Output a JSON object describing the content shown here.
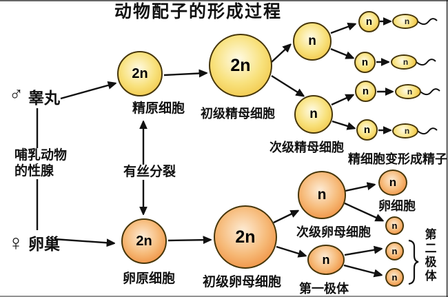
{
  "title": "动物配子的形成过程",
  "colors": {
    "yellow_cell_edge": "#efbf3a",
    "yellow_cell_mid": "#f8e17c",
    "yellow_cell_center": "#fffbe6",
    "orange_cell_edge": "#ed8330",
    "orange_cell_mid": "#f6b977",
    "orange_cell_center": "#fdecd6",
    "cell_outline": "#46360a",
    "line_color": "#111111",
    "text_color": "#111111",
    "background": "#ffffff"
  },
  "left_panel": {
    "male_symbol": "♂",
    "testis_label": "睾丸",
    "gonad_caption_line1": "哺乳动物",
    "gonad_caption_line2": "的性腺",
    "female_symbol": "♀",
    "ovary_label": "卵巢"
  },
  "mitosis_label": "有丝分裂",
  "spermatogenesis": {
    "spermatogonium": {
      "ploidy": "2n",
      "label": "精原细胞"
    },
    "primary_spermatocyte": {
      "ploidy": "2n",
      "label": "初级精母细胞"
    },
    "secondary_spermatocytes": {
      "label": "次级精母细胞",
      "cells": [
        {
          "ploidy": "n"
        },
        {
          "ploidy": "n"
        }
      ]
    },
    "spermatids": [
      {
        "ploidy": "n"
      },
      {
        "ploidy": "n"
      },
      {
        "ploidy": "n"
      },
      {
        "ploidy": "n"
      }
    ],
    "sperm_cells": [
      {
        "ploidy": "n"
      },
      {
        "ploidy": "n"
      },
      {
        "ploidy": "n"
      },
      {
        "ploidy": "n"
      }
    ],
    "sperm_formation_label": "精细胞变形成精子"
  },
  "oogenesis": {
    "oogonium": {
      "ploidy": "2n",
      "label": "卵原细胞"
    },
    "primary_oocyte": {
      "ploidy": "2n",
      "label": "初级卵母细胞"
    },
    "secondary_oocyte": {
      "ploidy": "n",
      "label": "次级卵母细胞"
    },
    "egg_cell": {
      "ploidy": "n",
      "label": "卵细胞"
    },
    "first_polar_body": {
      "ploidy": "n",
      "label": "第一极体"
    },
    "second_polar_bodies": [
      {
        "ploidy": "n"
      },
      {
        "ploidy": "n"
      },
      {
        "ploidy": "n"
      }
    ],
    "second_polar_body_label": "第二极体"
  }
}
